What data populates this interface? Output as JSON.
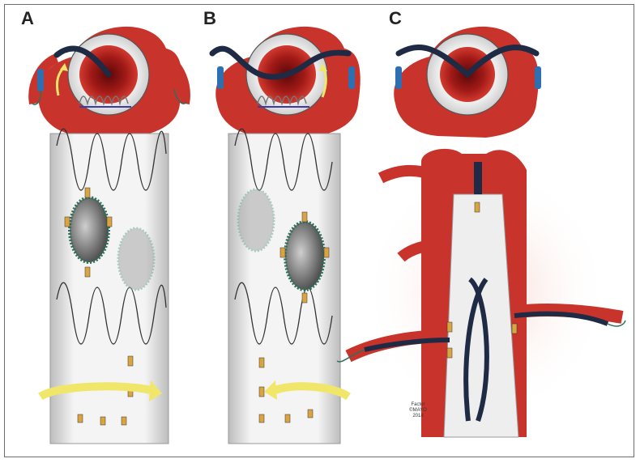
{
  "panels": {
    "a": {
      "label": "A"
    },
    "b": {
      "label": "B"
    },
    "c": {
      "label": "C"
    }
  },
  "credit": {
    "line1": "Factor",
    "line2": "©MAYO",
    "line3": "2018"
  },
  "colors": {
    "aorta_red": "#c8342b",
    "lumen_dark": "#7a0f0f",
    "graft_white": "#f2f2f2",
    "wire_navy": "#1f2a44",
    "sheath_blue": "#2d6fb0",
    "fenestration_green": "#2f6f5a",
    "marker_gold": "#d9a441",
    "arrow_yellow": "#f0e66a"
  }
}
